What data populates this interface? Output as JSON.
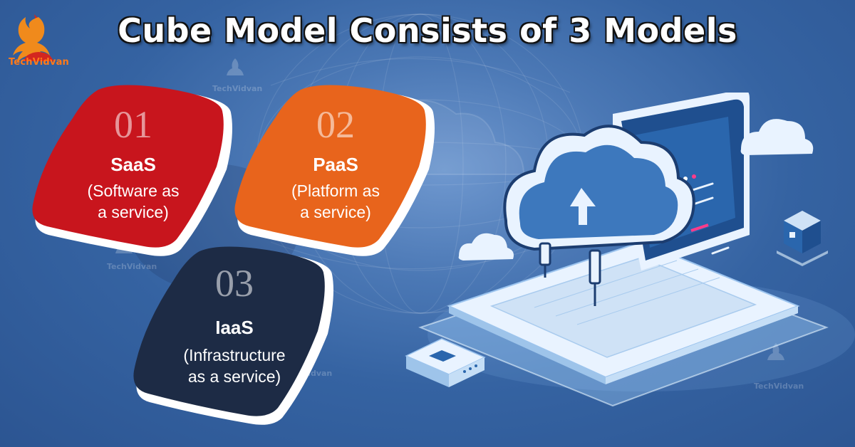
{
  "title": "Cube Model Consists of 3 Models",
  "logo": {
    "text": "TechVidvan",
    "icon": "meditating-figure-icon"
  },
  "watermark": "TechVidvan",
  "colors": {
    "background": "#3563a2",
    "saas": "#c8151d",
    "paas": "#e8641c",
    "iaas": "#1d2b45",
    "accent": "#ff7a1a"
  },
  "models": [
    {
      "number": "01",
      "name": "SaaS",
      "line1": "(Software as",
      "line2": "a service)"
    },
    {
      "number": "02",
      "name": "PaaS",
      "line1": "(Platform as",
      "line2": "a service)"
    },
    {
      "number": "03",
      "name": "IaaS",
      "line1": "(Infrastructure",
      "line2": "as a service)"
    }
  ],
  "illustration": {
    "icons": [
      "laptop-icon",
      "cloud-upload-icon",
      "cube-icon",
      "server-box-icon",
      "small-cloud-icon"
    ]
  }
}
